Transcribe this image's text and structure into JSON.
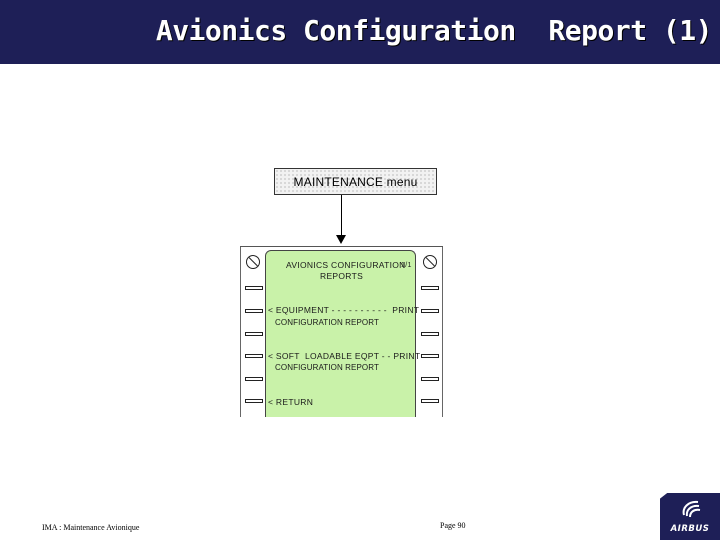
{
  "slide": {
    "title": "Avionics Configuration  Report (1)",
    "footer_left": "IMA : Maintenance Avionique",
    "page": "Page 90"
  },
  "menu_box": {
    "label": "MAINTENANCE menu"
  },
  "mcdu": {
    "title_line1": "AVIONICS CONFIGURATION",
    "title_line2": "REPORTS",
    "page_indicator": "1/1",
    "equipment_line": "< EQUIPMENT - - - - - - - - - -  PRINT",
    "equipment_sub": "CONFIGURATION REPORT",
    "soft_line": "< SOFT  LOADABLE EQPT - - PRINT",
    "soft_sub": "CONFIGURATION REPORT",
    "return_line": "< RETURN"
  },
  "logo": {
    "text": "AIRBUS"
  },
  "colors": {
    "title_bar": "#1e1f57",
    "screen": "#c9f2a9"
  }
}
